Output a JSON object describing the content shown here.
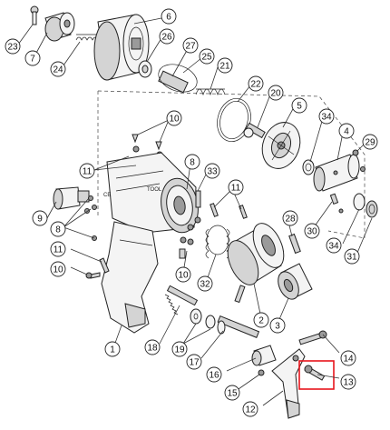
{
  "callouts": [
    {
      "id": "23",
      "label": "23"
    },
    {
      "id": "7",
      "label": "7"
    },
    {
      "id": "24",
      "label": "24"
    },
    {
      "id": "6",
      "label": "6"
    },
    {
      "id": "26",
      "label": "26"
    },
    {
      "id": "27",
      "label": "27"
    },
    {
      "id": "25",
      "label": "25"
    },
    {
      "id": "21",
      "label": "21"
    },
    {
      "id": "22",
      "label": "22"
    },
    {
      "id": "20",
      "label": "20"
    },
    {
      "id": "5",
      "label": "5"
    },
    {
      "id": "34a",
      "label": "34"
    },
    {
      "id": "4",
      "label": "4"
    },
    {
      "id": "29",
      "label": "29"
    },
    {
      "id": "10a",
      "label": "10"
    },
    {
      "id": "11a",
      "label": "11"
    },
    {
      "id": "8a",
      "label": "8"
    },
    {
      "id": "33",
      "label": "33"
    },
    {
      "id": "11b",
      "label": "11"
    },
    {
      "id": "9",
      "label": "9"
    },
    {
      "id": "8b",
      "label": "8"
    },
    {
      "id": "28",
      "label": "28"
    },
    {
      "id": "30",
      "label": "30"
    },
    {
      "id": "34b",
      "label": "34"
    },
    {
      "id": "31",
      "label": "31"
    },
    {
      "id": "11c",
      "label": "11"
    },
    {
      "id": "10b",
      "label": "10"
    },
    {
      "id": "10c",
      "label": "10"
    },
    {
      "id": "32",
      "label": "32"
    },
    {
      "id": "2",
      "label": "2"
    },
    {
      "id": "3",
      "label": "3"
    },
    {
      "id": "1",
      "label": "1"
    },
    {
      "id": "18",
      "label": "18"
    },
    {
      "id": "19",
      "label": "19"
    },
    {
      "id": "17",
      "label": "17"
    },
    {
      "id": "14",
      "label": "14"
    },
    {
      "id": "16",
      "label": "16"
    },
    {
      "id": "13",
      "label": "13"
    },
    {
      "id": "15",
      "label": "15"
    },
    {
      "id": "12",
      "label": "12"
    }
  ],
  "markings": {
    "ce_mark": "CE",
    "housing_text": "TOOL"
  },
  "highlight": {
    "part": "13",
    "color": "#e8141c"
  }
}
